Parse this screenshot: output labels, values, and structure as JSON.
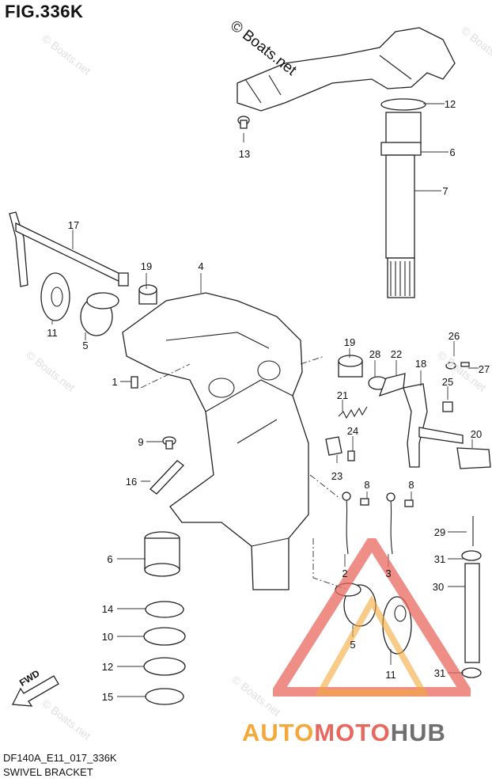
{
  "figure": {
    "title": "FIG.336K",
    "copyright": "© Boats.net",
    "watermark": "© Boats.net"
  },
  "callouts": [
    "12",
    "6",
    "7",
    "13",
    "17",
    "19",
    "4",
    "11",
    "5",
    "1",
    "19",
    "28",
    "22",
    "26",
    "27",
    "18",
    "25",
    "21",
    "9",
    "24",
    "20",
    "23",
    "16",
    "8",
    "8",
    "6",
    "29",
    "2",
    "3",
    "31",
    "30",
    "14",
    "10",
    "5",
    "12",
    "11",
    "15",
    "31"
  ],
  "fwd_label": "FWD",
  "footer": {
    "code": "DF140A_E11_017_336K",
    "caption": "SWIVEL BRACKET"
  },
  "brand": {
    "part1": "AUTO",
    "part2": "MOTO",
    "part3": "HUB",
    "color1": "#f3a93a",
    "color2": "#e8685f",
    "color3": "#6f6f6f"
  }
}
